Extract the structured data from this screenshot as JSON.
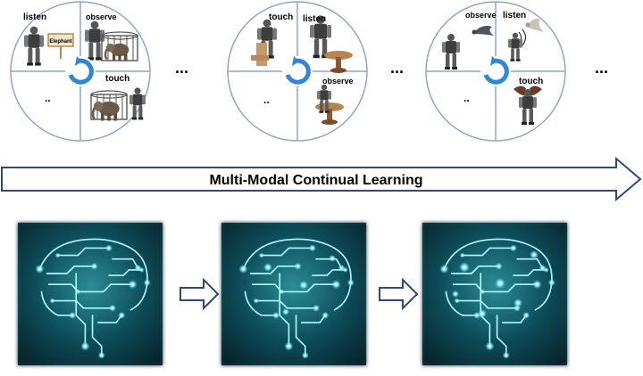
{
  "banner": {
    "title": "Multi-Modal Continual Learning"
  },
  "stages": [
    {
      "labels": {
        "top_left": "listen",
        "top_right": "observe",
        "bottom_right": "touch",
        "sign": "Elephant"
      }
    },
    {
      "labels": {
        "top_left": "touch",
        "top_right": "listen",
        "bottom_right": "observe"
      }
    },
    {
      "labels": {
        "top_left": "observe",
        "top_right": "listen",
        "bottom_right": "touch"
      }
    }
  ],
  "ellipsis": "...",
  "small_ellipsis": "..",
  "colors": {
    "circle_stroke": "#8fa6c7",
    "cycle_icon": "#2f86d6",
    "arrow_stroke": "#2f4a73",
    "brain_bg": "#0d4c59",
    "circuit_glow": "#8ff4ff"
  }
}
